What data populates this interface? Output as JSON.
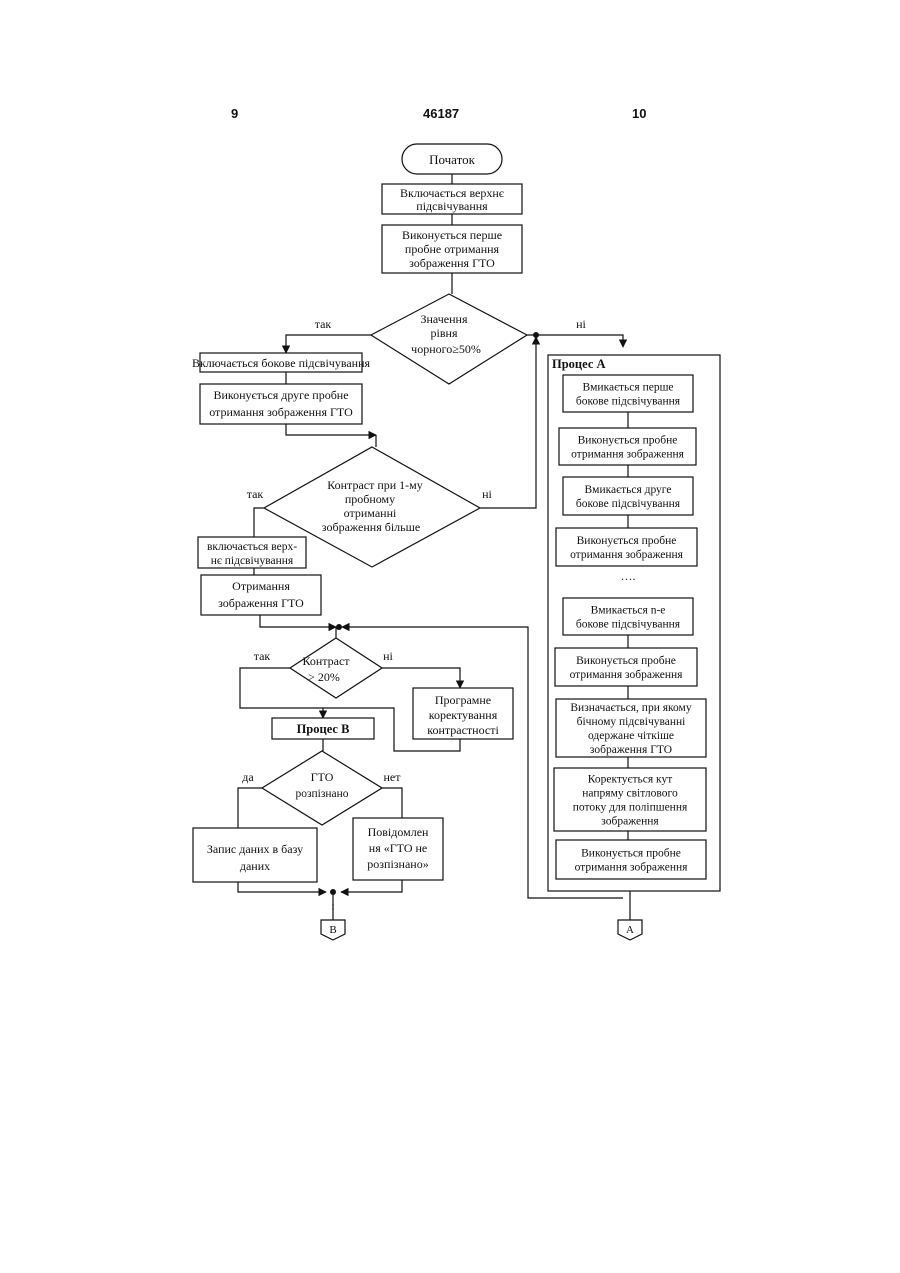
{
  "header": {
    "left_page": "9",
    "patent_number": "46187",
    "right_page": "10"
  },
  "nodes": {
    "start": [
      "Початок"
    ],
    "top_light": [
      "Включається верхнє",
      "підсвічування"
    ],
    "first_capture": [
      "Виконується перше",
      "пробне отримання",
      "зображення ГТО"
    ],
    "black_check": [
      "Значення",
      "рівня",
      "чорного≥50%"
    ],
    "side_light": [
      "Включається бокове підсвічування"
    ],
    "second_capture": [
      "Виконується друге пробне",
      "отримання зображення ГТО"
    ],
    "contrast_check": [
      "Контраст при 1-му",
      "пробному",
      "отриманні",
      "зображення більше"
    ],
    "top_light_again": [
      "включається верх-",
      "нє підсвічування"
    ],
    "get_image": [
      "Отримання",
      "зображення ГТО"
    ],
    "contrast20": [
      "Контраст",
      "> 20%"
    ],
    "correction": [
      "Програмне",
      "коректування",
      "контрастності"
    ],
    "process_b": [
      "Процес В"
    ],
    "recognized": [
      "ГТО",
      "розпізнано"
    ],
    "write_db": [
      "Запис даних в базу",
      "даних"
    ],
    "message": [
      "Повідомлен",
      "ня «ГТО не",
      "розпізнано»"
    ],
    "connector_b": [
      "В"
    ],
    "connector_a": [
      "А"
    ]
  },
  "process_a": {
    "title": "Процес А",
    "steps": [
      [
        "Вмикається  перше",
        "бокове підсвічування"
      ],
      [
        "Виконується  пробне",
        "отримання зображення"
      ],
      [
        "Вмикається  друге",
        "бокове підсвічування"
      ],
      [
        "Виконується пробне",
        "отримання зображення"
      ],
      [
        "Вмикається  n-е",
        "бокове підсвічування"
      ],
      [
        "Виконується пробне",
        "отримання зображення"
      ],
      [
        "Визначається, при якому",
        "бічному підсвічуванні",
        "одержане чіткіше",
        "зображення ГТО"
      ],
      [
        "Коректується кут",
        "напряму світлового",
        "потоку для поліпшення",
        "зображення"
      ],
      [
        "Виконується пробне",
        "отримання зображення"
      ]
    ],
    "ellipsis": "…."
  },
  "edge_labels": {
    "black_yes": "так",
    "black_no": "ні",
    "contrast_yes": "так",
    "contrast_no": "ні",
    "c20_yes": "так",
    "c20_no": "ні",
    "recog_yes": "да",
    "recog_no": "нет"
  }
}
